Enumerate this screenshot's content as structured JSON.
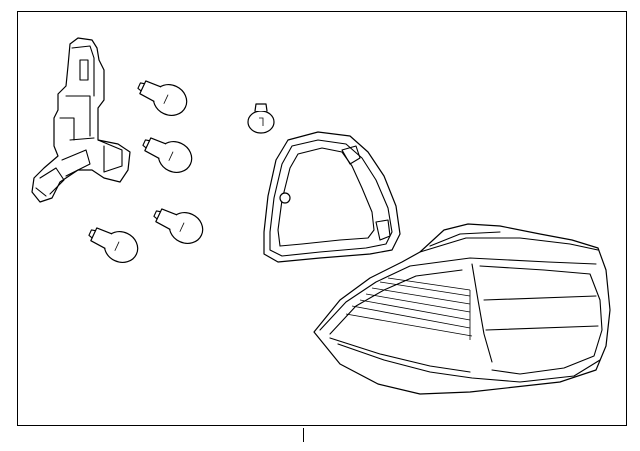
{
  "diagram": {
    "parts": [
      {
        "name": "socket-and-wiring"
      },
      {
        "name": "bulb",
        "count": 5
      },
      {
        "name": "small-bulb"
      },
      {
        "name": "gasket"
      },
      {
        "name": "tail-lamp-assembly"
      }
    ],
    "callout": ""
  },
  "colors": {
    "line": "#000000",
    "background": "#ffffff"
  }
}
